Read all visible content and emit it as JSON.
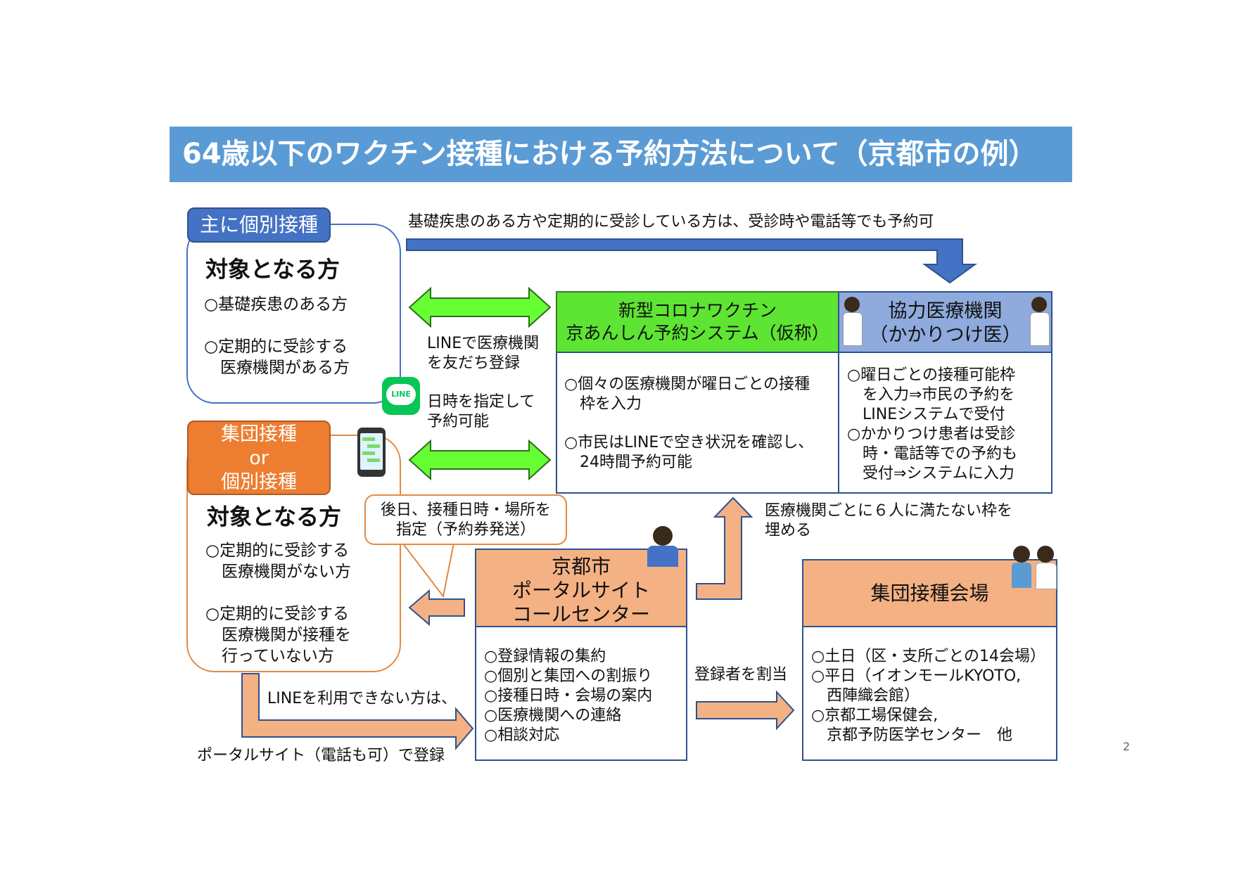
{
  "title": "64歳以下のワクチン接種における予約方法について（京都市の例）",
  "top_note": "基礎疾患のある方や定期的に受診している方は、受診時や電話等でも予約可",
  "group1": {
    "tag": "主に個別接種",
    "heading": "対象となる方",
    "item1": "○基礎疾患のある方",
    "item2": "○定期的に受診する\n　医療機関がある方"
  },
  "group2": {
    "tag_line1": "集団接種",
    "tag_line2": "or",
    "tag_line3": "個別接種",
    "heading": "対象となる方",
    "item1": "○定期的に受診する\n　医療機関がない方",
    "item2": "○定期的に受診する\n　医療機関が接種を\n　行っていない方"
  },
  "line_labels": {
    "register": "LINEで医療機関\nを友だち登録",
    "reserve": "日時を指定して\n予約可能",
    "line_logo": "LINE"
  },
  "system": {
    "header": "新型コロナワクチン\n京あんしん予約システム（仮称）",
    "body1": "○個々の医療機関が曜日ごとの接種\n　枠を入力",
    "body2": "○市民はLINEで空き状況を確認し、\n　24時間予約可能"
  },
  "clinic": {
    "header": "協力医療機関\n（かかりつけ医）",
    "body": "○曜日ごとの接種可能枠\n　を入力⇒市民の予約を\n　LINEシステムで受付\n○かかりつけ患者は受診\n　時・電話等での予約も\n　受付⇒システムに入力"
  },
  "callout": "後日、接種日時・場所を\n指定（予約券発送）",
  "fill_note": "医療機関ごとに６人に満たない枠を\n埋める",
  "portal": {
    "header": "京都市\nポータルサイト\nコールセンター",
    "body": "○登録情報の集約\n○個別と集団への割振り\n○接種日時・会場の案内\n○医療機関への連絡\n○相談対応"
  },
  "assign_note": "登録者を割当",
  "venue": {
    "header": "集団接種会場",
    "body": "○土日（区・支所ごとの14会場）\n○平日（イオンモールKYOTO,\n　西陣織会館）\n○京都工場保健会,\n　京都予防医学センター　他"
  },
  "no_line_note": "LINEを利用できない方は、",
  "portal_register_note": "ポータルサイト（電話も可）で登録",
  "page_number": "2",
  "colors": {
    "title_bg": "#5b9bd5",
    "blue_arrow": "#4472c4",
    "green_arrow": "#66ff33",
    "salmon_arrow": "#f4b183",
    "orange": "#ed7d31"
  }
}
